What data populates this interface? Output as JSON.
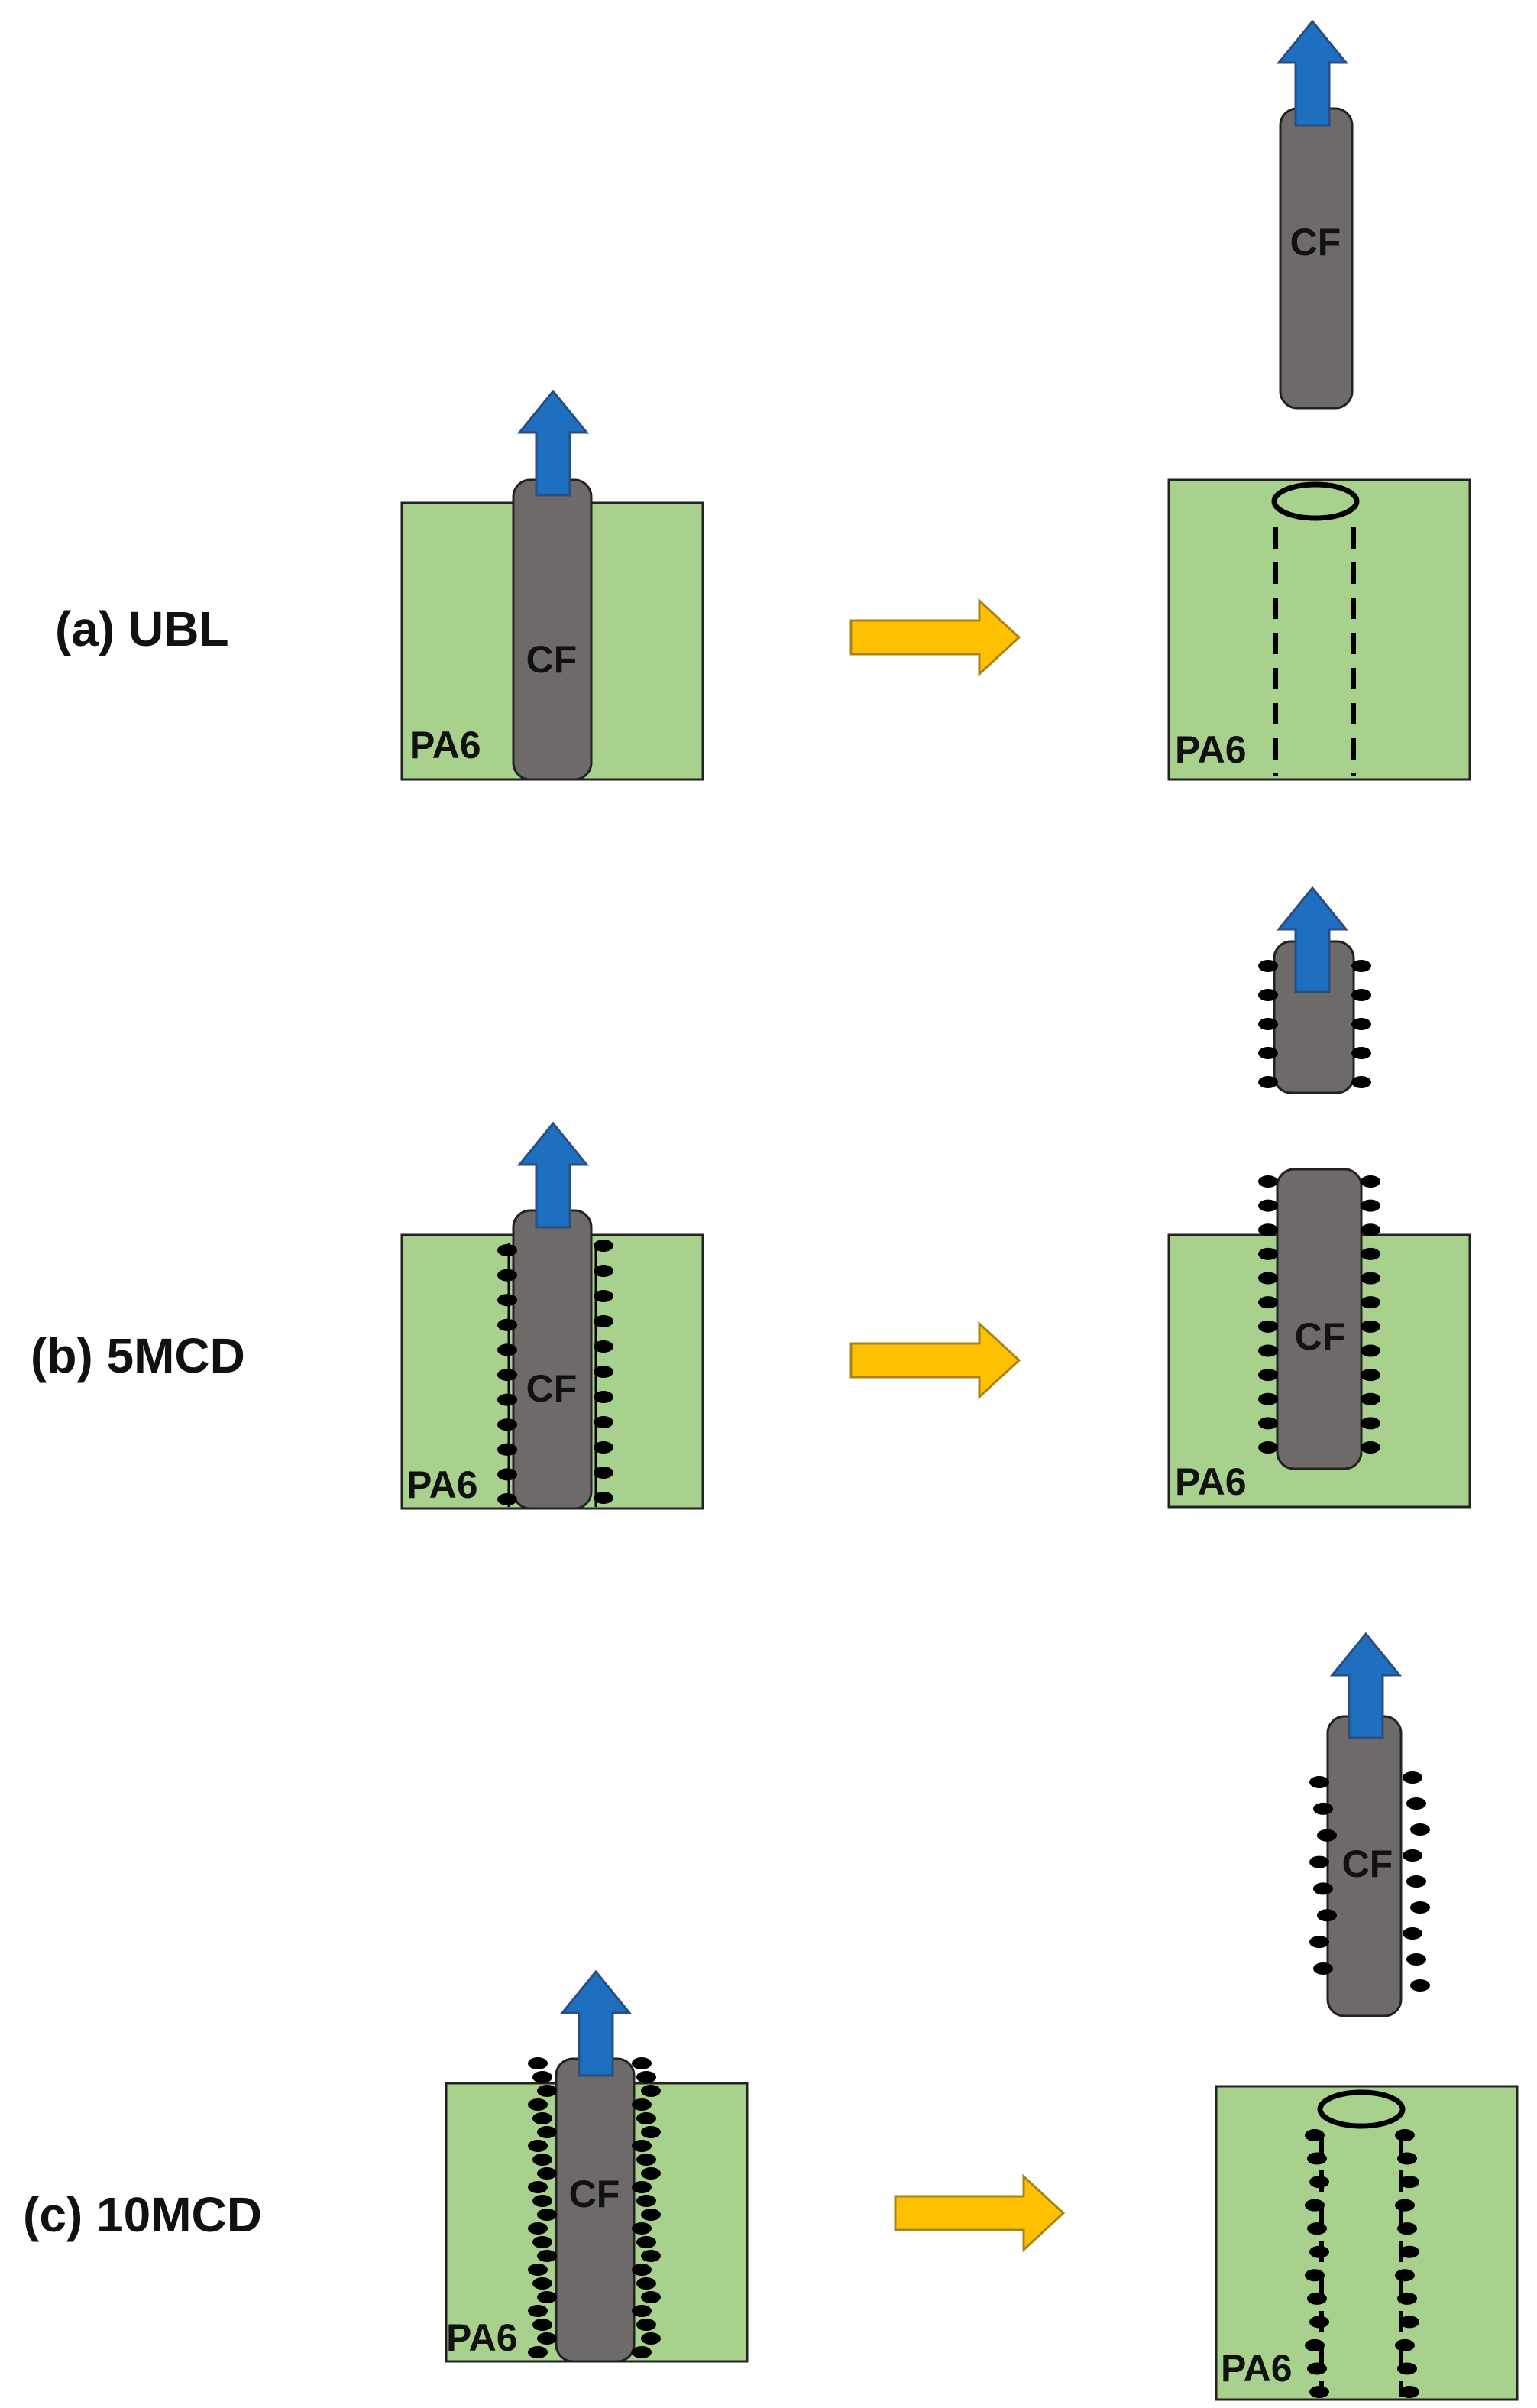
{
  "colors": {
    "matrix": "#a9d18e",
    "fiber": "#6e6a6a",
    "pull_arrow": "#1f6fc1",
    "process_arrow": "#ffc000",
    "dot": "#000000"
  },
  "labels": {
    "fiber": "CF",
    "matrix": "PA6"
  },
  "panels": [
    {
      "label": "(a) UBL"
    },
    {
      "label": "(b) 5MCD"
    },
    {
      "label": "(c) 10MCD"
    }
  ]
}
